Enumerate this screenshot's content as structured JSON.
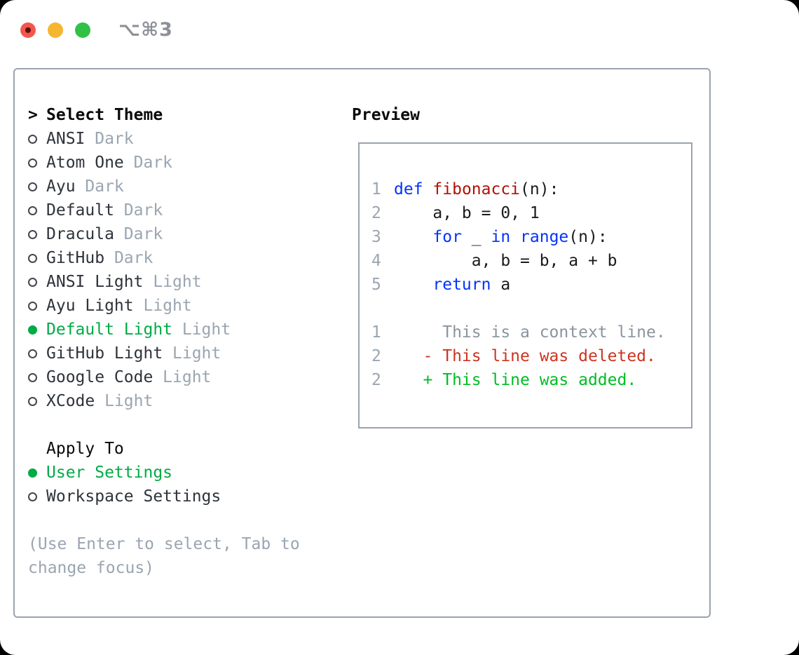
{
  "titlebar": {
    "shortcut": "⌥⌘3"
  },
  "theme_menu": {
    "prompt": ">",
    "title": "Select Theme",
    "items": [
      {
        "name": "ANSI",
        "variant": "Dark",
        "selected": false
      },
      {
        "name": "Atom One",
        "variant": "Dark",
        "selected": false
      },
      {
        "name": "Ayu",
        "variant": "Dark",
        "selected": false
      },
      {
        "name": "Default",
        "variant": "Dark",
        "selected": false
      },
      {
        "name": "Dracula",
        "variant": "Dark",
        "selected": false
      },
      {
        "name": "GitHub",
        "variant": "Dark",
        "selected": false
      },
      {
        "name": "ANSI Light",
        "variant": "Light",
        "selected": false
      },
      {
        "name": "Ayu Light",
        "variant": "Light",
        "selected": false
      },
      {
        "name": "Default Light",
        "variant": "Light",
        "selected": true
      },
      {
        "name": "GitHub Light",
        "variant": "Light",
        "selected": false
      },
      {
        "name": "Google Code",
        "variant": "Light",
        "selected": false
      },
      {
        "name": "XCode",
        "variant": "Light",
        "selected": false
      }
    ]
  },
  "apply_to": {
    "title": "Apply To",
    "options": [
      {
        "label": "User Settings",
        "selected": true
      },
      {
        "label": "Workspace Settings",
        "selected": false
      }
    ]
  },
  "hint": "(Use Enter to select, Tab to change focus)",
  "preview": {
    "title": "Preview",
    "lines": [
      {
        "num": "1",
        "tokens": [
          {
            "t": "def",
            "c": "kw"
          },
          {
            "t": " ",
            "c": ""
          },
          {
            "t": "fibonacci",
            "c": "fn"
          },
          {
            "t": "(n):",
            "c": ""
          }
        ]
      },
      {
        "num": "2",
        "tokens": [
          {
            "t": "    a, b = 0, 1",
            "c": ""
          }
        ]
      },
      {
        "num": "3",
        "tokens": [
          {
            "t": "    ",
            "c": ""
          },
          {
            "t": "for",
            "c": "kw"
          },
          {
            "t": " _ ",
            "c": ""
          },
          {
            "t": "in",
            "c": "kw"
          },
          {
            "t": " ",
            "c": ""
          },
          {
            "t": "range",
            "c": "kw"
          },
          {
            "t": "(n):",
            "c": ""
          }
        ]
      },
      {
        "num": "4",
        "tokens": [
          {
            "t": "        a, b = b, a + b",
            "c": ""
          }
        ]
      },
      {
        "num": "5",
        "tokens": [
          {
            "t": "    ",
            "c": ""
          },
          {
            "t": "return",
            "c": "kw"
          },
          {
            "t": " a",
            "c": ""
          }
        ]
      },
      {
        "num": "",
        "tokens": []
      },
      {
        "num": "1",
        "tokens": [
          {
            "t": "     This is a context line.",
            "c": "context"
          }
        ]
      },
      {
        "num": "2",
        "tokens": [
          {
            "t": "   - This line was deleted.",
            "c": "deleted"
          }
        ]
      },
      {
        "num": "2",
        "tokens": [
          {
            "t": "   + This line was added.",
            "c": "added"
          }
        ]
      }
    ]
  },
  "colors": {
    "accent_green": "#00ab45",
    "keyword_blue": "#0433fa",
    "function_red": "#b01205",
    "diff_red": "#cb3520",
    "diff_green": "#00bd23",
    "context_gray": "#8b949e",
    "muted_gray": "#9aa5b1",
    "border_gray": "#9aa3af",
    "text_dark": "#2e333a",
    "traffic_red": "#f4564e",
    "traffic_yellow": "#f6b62f",
    "traffic_green": "#32c146"
  }
}
